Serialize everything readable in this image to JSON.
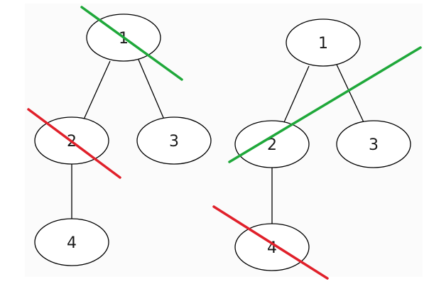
{
  "colors": {
    "background": "#ffffff",
    "panel": "#fbfbfb",
    "node_stroke": "#000000",
    "edge": "#000000",
    "cut_green": "#1fa83a",
    "cut_red": "#e0202a"
  },
  "trees": [
    {
      "nodes": [
        {
          "id": "1",
          "label": "1"
        },
        {
          "id": "2",
          "label": "2"
        },
        {
          "id": "3",
          "label": "3"
        },
        {
          "id": "4",
          "label": "4"
        }
      ],
      "edges": [
        [
          "1",
          "2"
        ],
        [
          "1",
          "3"
        ],
        [
          "2",
          "4"
        ]
      ],
      "strikes": [
        {
          "node": "1",
          "color": "green"
        },
        {
          "node": "2",
          "color": "red"
        }
      ]
    },
    {
      "nodes": [
        {
          "id": "1",
          "label": "1"
        },
        {
          "id": "2",
          "label": "2"
        },
        {
          "id": "3",
          "label": "3"
        },
        {
          "id": "4",
          "label": "4"
        }
      ],
      "edges": [
        [
          "1",
          "2"
        ],
        [
          "1",
          "3"
        ],
        [
          "2",
          "4"
        ]
      ],
      "strikes": [
        {
          "node": "2",
          "color": "green"
        },
        {
          "node": "4",
          "color": "red"
        }
      ]
    }
  ]
}
